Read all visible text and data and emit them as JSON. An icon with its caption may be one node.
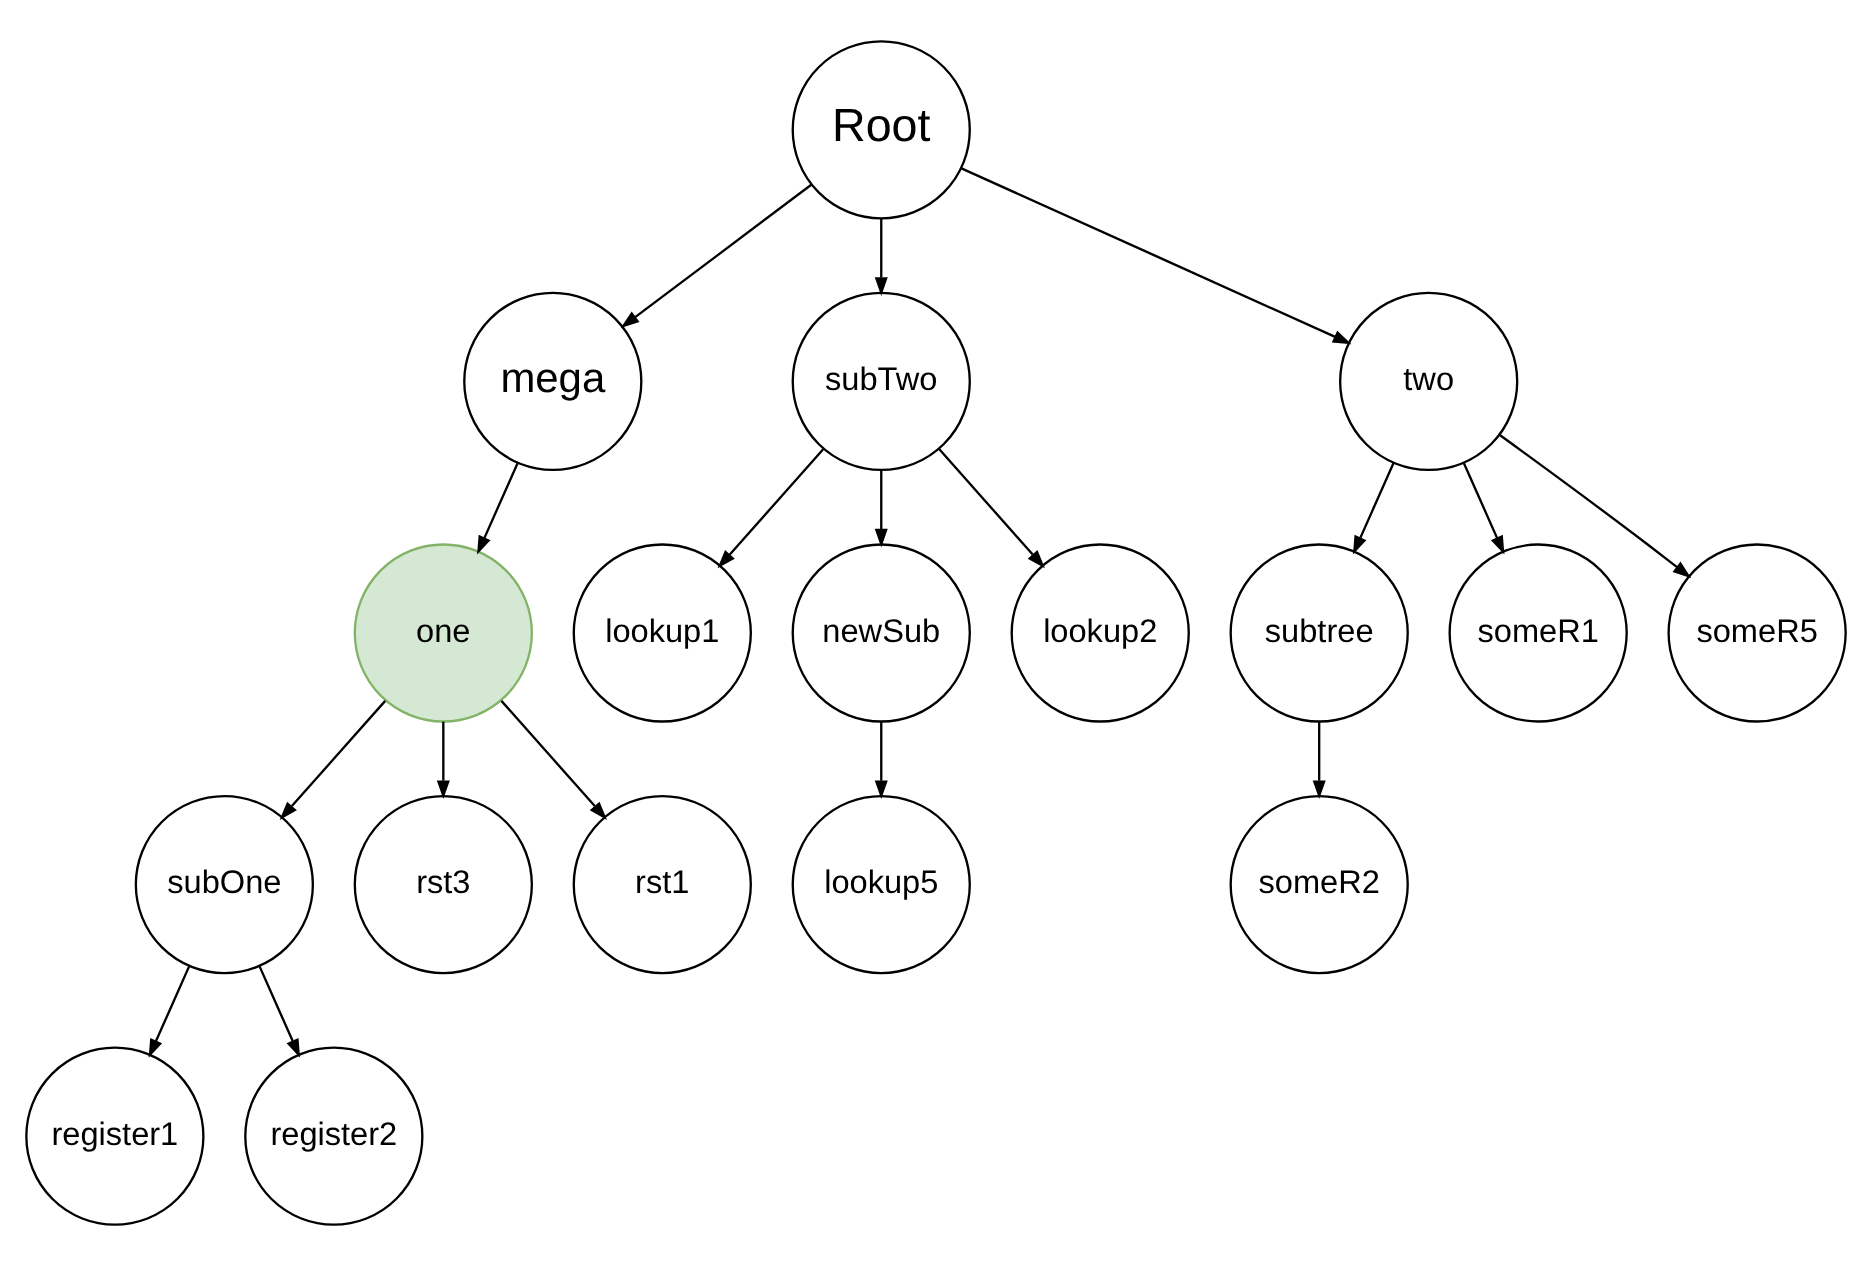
{
  "diagram": {
    "nodes": [
      {
        "text": [
          "Root"
        ]
      },
      {
        "text": [
          "mega"
        ]
      },
      {
        "text": [
          "subTwo"
        ]
      },
      {
        "text": [
          "two"
        ]
      },
      {
        "text": [
          "one"
        ]
      },
      {
        "text": [
          "lookup1"
        ]
      },
      {
        "text": [
          "newSub"
        ]
      },
      {
        "text": [
          "lookup2"
        ]
      },
      {
        "text": [
          "subtree"
        ]
      },
      {
        "text": [
          "someR1"
        ]
      },
      {
        "text": [
          "someR5"
        ]
      },
      {
        "text": [
          "subOne"
        ]
      },
      {
        "text": [
          "rst3"
        ]
      },
      {
        "text": [
          "rst1"
        ]
      },
      {
        "text": [
          "lookup5"
        ]
      },
      {
        "text": [
          "someR2"
        ]
      },
      {
        "text": [
          "register1"
        ]
      },
      {
        "text": [
          "register2"
        ]
      }
    ],
    "edges": [
      {
        "from": 0,
        "to": 1,
        "arrow": "to"
      },
      {
        "from": 0,
        "to": 2,
        "arrow": "to"
      },
      {
        "from": 0,
        "to": 3,
        "arrow": "to"
      },
      {
        "from": 1,
        "to": 4,
        "arrow": "to"
      },
      {
        "from": 2,
        "to": 5,
        "arrow": "to"
      },
      {
        "from": 2,
        "to": 6,
        "arrow": "to"
      },
      {
        "from": 2,
        "to": 7,
        "arrow": "to"
      },
      {
        "from": 3,
        "to": 8,
        "arrow": "to"
      },
      {
        "from": 3,
        "to": 9,
        "arrow": "to"
      },
      {
        "from": 3,
        "to": 10,
        "arrow": "to"
      },
      {
        "from": 4,
        "to": 11,
        "arrow": "to"
      },
      {
        "from": 4,
        "to": 12,
        "arrow": "to"
      },
      {
        "from": 4,
        "to": 13,
        "arrow": "to"
      },
      {
        "from": 6,
        "to": 14,
        "arrow": "to"
      },
      {
        "from": 8,
        "to": 15,
        "arrow": "to"
      },
      {
        "from": 11,
        "to": 16,
        "arrow": "to"
      },
      {
        "from": 11,
        "to": 17,
        "arrow": "to"
      }
    ]
  }
}
